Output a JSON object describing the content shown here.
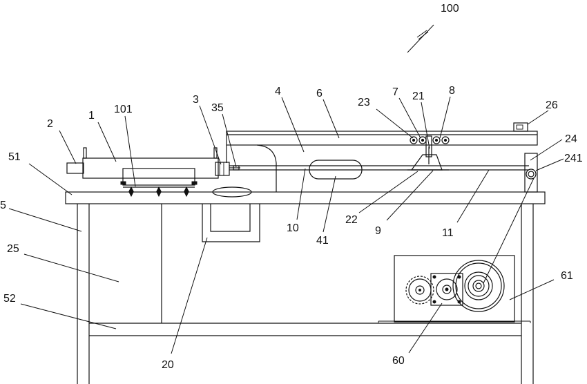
{
  "figure": {
    "reference_numeral": "100",
    "labels": [
      {
        "id": "n2",
        "text": "2"
      },
      {
        "id": "n1",
        "text": "1"
      },
      {
        "id": "n101",
        "text": "101"
      },
      {
        "id": "n3",
        "text": "3"
      },
      {
        "id": "n35",
        "text": "35"
      },
      {
        "id": "n4",
        "text": "4"
      },
      {
        "id": "n6",
        "text": "6"
      },
      {
        "id": "n23",
        "text": "23"
      },
      {
        "id": "n7",
        "text": "7"
      },
      {
        "id": "n21",
        "text": "21"
      },
      {
        "id": "n8",
        "text": "8"
      },
      {
        "id": "n26",
        "text": "26"
      },
      {
        "id": "n24",
        "text": "24"
      },
      {
        "id": "n241",
        "text": "241"
      },
      {
        "id": "n51",
        "text": "51"
      },
      {
        "id": "n5",
        "text": "5"
      },
      {
        "id": "n25",
        "text": "25"
      },
      {
        "id": "n52",
        "text": "52"
      },
      {
        "id": "n10",
        "text": "10"
      },
      {
        "id": "n41",
        "text": "41"
      },
      {
        "id": "n22",
        "text": "22"
      },
      {
        "id": "n9",
        "text": "9"
      },
      {
        "id": "n11",
        "text": "11"
      },
      {
        "id": "n61",
        "text": "61"
      },
      {
        "id": "n20",
        "text": "20"
      },
      {
        "id": "n60",
        "text": "60"
      }
    ]
  }
}
